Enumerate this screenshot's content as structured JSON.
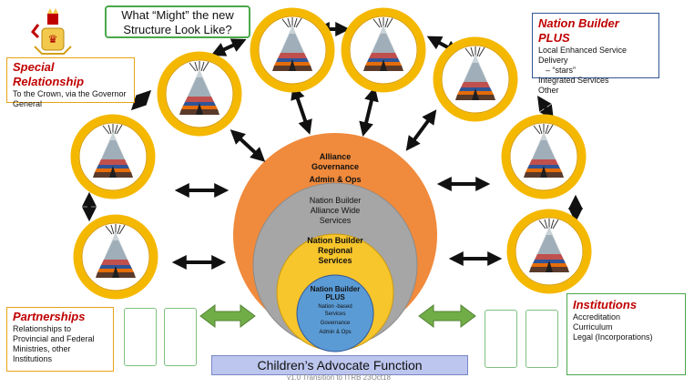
{
  "title": "What “Might” the new Structure Look Like?",
  "special_relationship": {
    "heading": "Special Relationship",
    "lines": [
      "To the Crown, via the Governor",
      "General"
    ]
  },
  "nation_builder_plus_box": {
    "heading": "Nation Builder PLUS",
    "lines": [
      "Local Enhanced Service Delivery",
      "– “stars”",
      "Integrated Services",
      "Other"
    ]
  },
  "partnerships": {
    "heading": "Partnerships",
    "lines": [
      "Relationships to",
      "Provincial and Federal",
      "Ministries, other",
      "Institutions"
    ]
  },
  "institutions": {
    "heading": "Institutions",
    "lines": [
      "Accreditation",
      "Curriculum",
      "Legal (Incorporations)"
    ]
  },
  "circles": {
    "alliance": {
      "lines": [
        "Alliance",
        "Governance",
        "Admin & Ops"
      ]
    },
    "alliance_wide": {
      "lines": [
        "Nation Builder",
        "Alliance Wide",
        "Services"
      ]
    },
    "regional": {
      "lines": [
        "Nation Builder",
        "Regional",
        "Services"
      ]
    },
    "plus": {
      "title_lines": [
        "Nation Builder",
        "PLUS"
      ],
      "sub_lines": [
        "Nation -based",
        "Services",
        "Governance",
        "Admin & Ops"
      ]
    }
  },
  "childrens_advocate": "Children’s Advocate Function",
  "version": "v1.0 Transition to ITRB 23Oct18",
  "icons": [
    "crest-icon",
    "teepee-icon",
    "double-arrow-icon"
  ],
  "colors": {
    "ring": "#f5b800",
    "outer_circle": "#f08a3c",
    "grey_circle": "#a6a6a6",
    "yellow_circle": "#f7c52c",
    "blue_circle": "#5b9bd5",
    "green_arrow": "#70ad47",
    "heading_red": "#c00000"
  }
}
